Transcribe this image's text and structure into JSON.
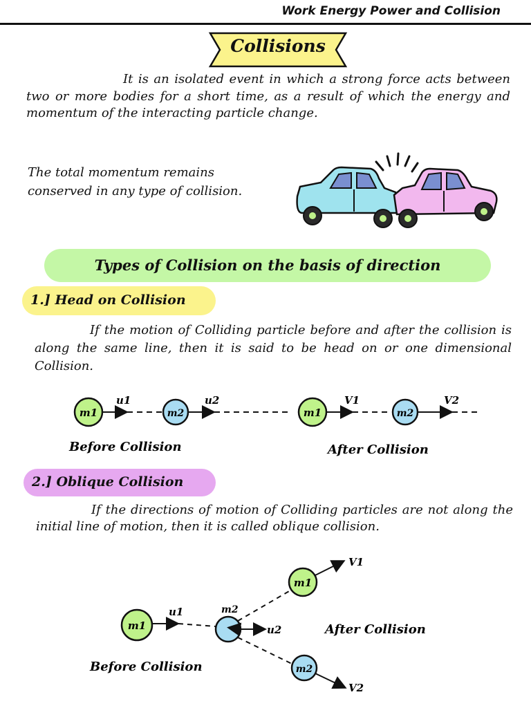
{
  "header": {
    "title": "Work Energy Power and Collision"
  },
  "banner": {
    "title": "Collisions"
  },
  "intro": {
    "text": "It is an isolated event in which a strong force acts between two or more bodies for a short time, as a result of which the energy and momentum of the interacting particle change."
  },
  "momentum_note": {
    "text": "The total momentum remains conserved in any type of collision."
  },
  "types_heading": {
    "label": "Types of Collision on the basis of direction"
  },
  "head_on": {
    "heading": "1.] Head on Collision",
    "description": "If the motion of Colliding particle before and after the collision is along the same line, then it is said to be head on or one dimensional Collision.",
    "diagram": {
      "m1": "m1",
      "m2": "m2",
      "u1": "u1",
      "u2": "u2",
      "v1": "V1",
      "v2": "V2",
      "before_caption": "Before Collision",
      "after_caption": "After Collision"
    }
  },
  "oblique": {
    "heading": "2.] Oblique Collision",
    "description": "If the directions of motion of Colliding particles are not along the initial line of motion, then it is called oblique collision.",
    "diagram": {
      "m1": "m1",
      "m2": "m2",
      "u1": "u1",
      "u2": "u2",
      "v1": "V1",
      "v2": "V2",
      "before_caption": "Before Collision",
      "after_caption": "After Collision"
    }
  },
  "colors": {
    "banner_fill": "#fbf38c",
    "types_fill": "#c4f7a6",
    "head_on_fill": "#fbf38c",
    "oblique_fill": "#e6a8f0",
    "m1_fill": "#bff28a",
    "m2_fill": "#a9dcf2",
    "car_left": "#9fe3ee",
    "car_right": "#f2b8ee"
  }
}
